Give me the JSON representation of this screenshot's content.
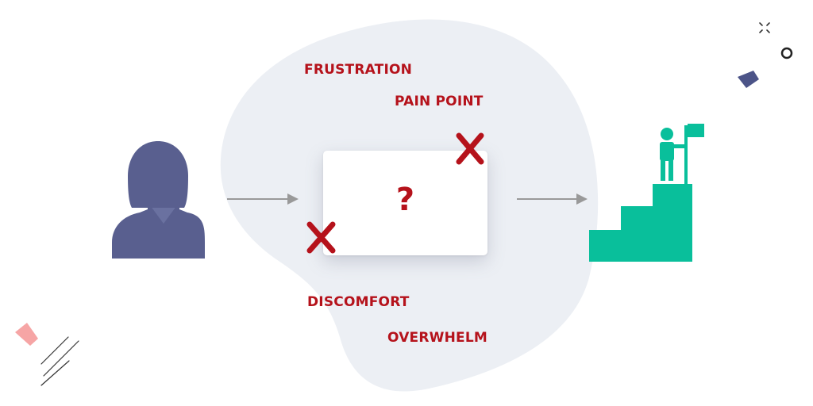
{
  "labels": {
    "frustration": "FRUSTRATION",
    "pain_point": "PAIN POINT",
    "discomfort": "DISCOMFORT",
    "overwhelm": "OVERWHELM"
  },
  "card": {
    "symbol": "?"
  },
  "colors": {
    "label_red": "#b5121b",
    "blob": "#eceff4",
    "person": "#595f8f",
    "stairs": "#09bf9b",
    "arrow": "#999999",
    "accent_pink": "#f6a5a5",
    "accent_navy": "#4c5488"
  },
  "icons": {
    "user": "person-silhouette-icon",
    "goal": "stairs-with-flag-icon",
    "blocker": "x-mark-icon"
  }
}
